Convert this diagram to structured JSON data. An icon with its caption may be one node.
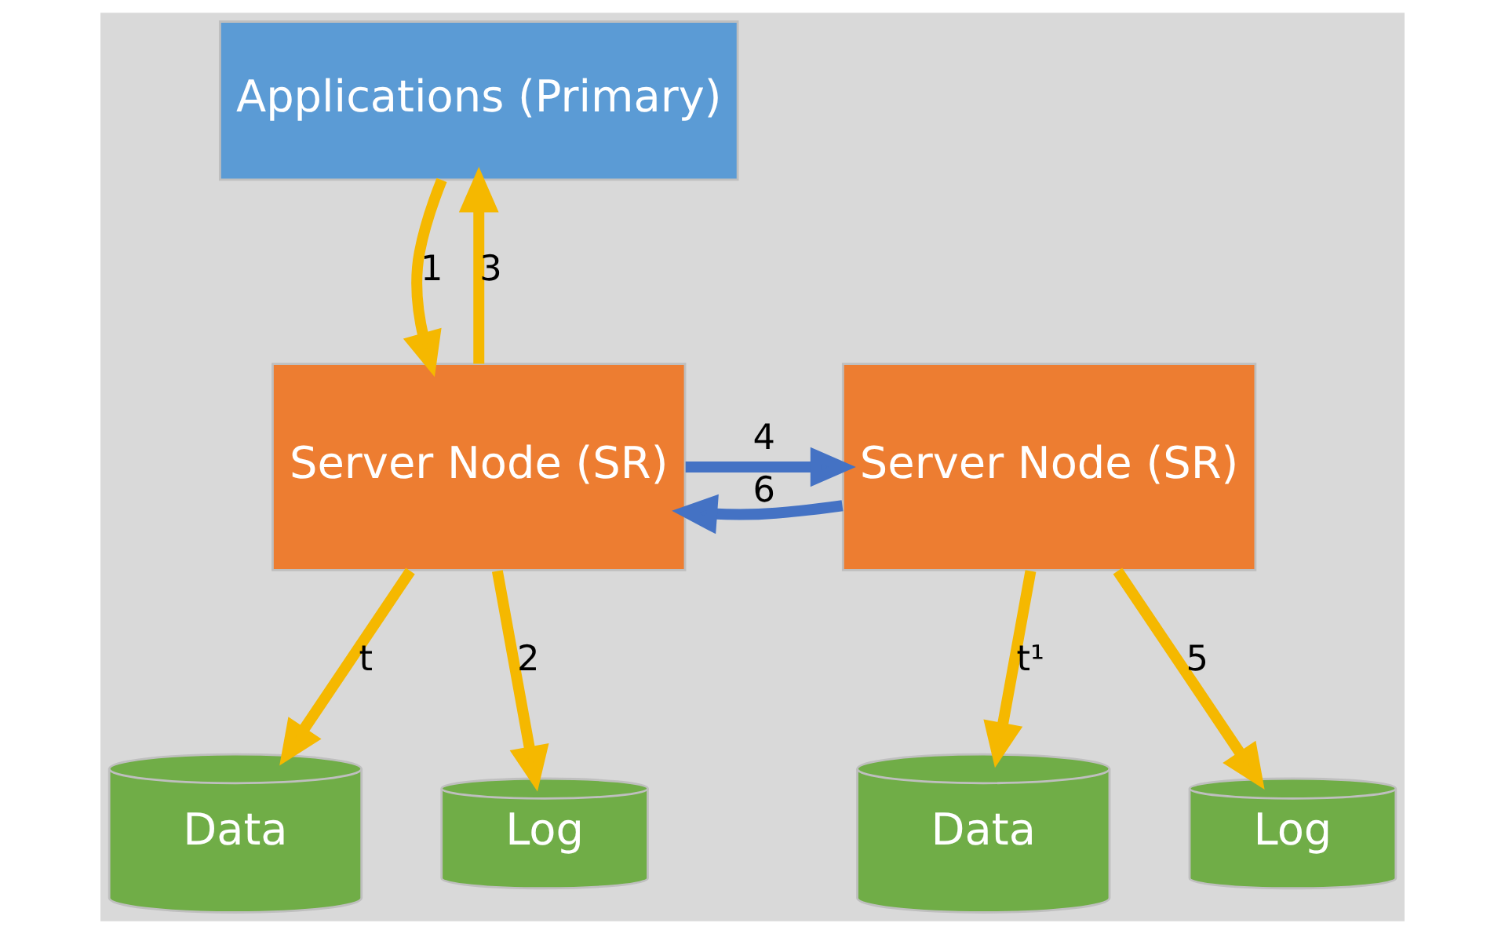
{
  "diagram": {
    "nodes": [
      {
        "text": [
          "Applications (Primary)"
        ]
      },
      {
        "text": [
          "Server Node (SR)"
        ]
      },
      {
        "text": [
          "Server Node (SR)"
        ]
      },
      {
        "text": [
          "Data"
        ]
      },
      {
        "text": [
          "Log"
        ]
      },
      {
        "text": [
          "Data"
        ]
      },
      {
        "text": [
          "Log"
        ]
      }
    ],
    "edges": [
      {
        "from": 0,
        "to": 1,
        "arrow": "to",
        "label": "1"
      },
      {
        "from": 1,
        "to": 0,
        "arrow": "to",
        "label": "3"
      },
      {
        "from": 1,
        "to": 2,
        "arrow": "to",
        "label": "4",
        "color": "#4472c4"
      },
      {
        "from": 2,
        "to": 1,
        "arrow": "to",
        "label": "6",
        "color": "#4472c4"
      },
      {
        "from": 1,
        "to": 3,
        "arrow": "to",
        "label": "t"
      },
      {
        "from": 1,
        "to": 4,
        "arrow": "to",
        "label": "2"
      },
      {
        "from": 2,
        "to": 5,
        "arrow": "to",
        "label": "t¹"
      },
      {
        "from": 2,
        "to": 6,
        "arrow": "to",
        "label": "5"
      }
    ]
  }
}
